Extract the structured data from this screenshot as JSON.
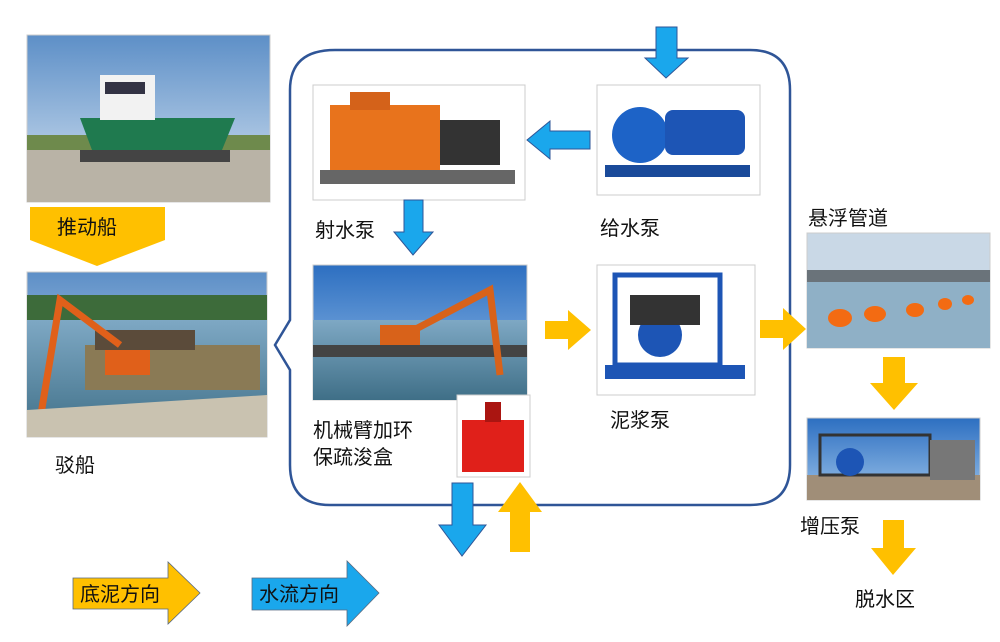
{
  "colors": {
    "sediment": "#FFC000",
    "water": "#1AA7EC",
    "loop_border": "#2F5597"
  },
  "labels": {
    "tug": "推动船",
    "barge": "驳船",
    "jet_pump": "射水泵",
    "feed_pump": "给水泵",
    "excavator_line1": "机械臂加环",
    "excavator_line2": "保疏浚盒",
    "slurry_pump": "泥浆泵",
    "floating_pipe": "悬浮管道",
    "booster_pump": "增压泵",
    "dewatering": "脱水区"
  },
  "legend": {
    "sediment_direction": "底泥方向",
    "water_direction": "水流方向"
  }
}
